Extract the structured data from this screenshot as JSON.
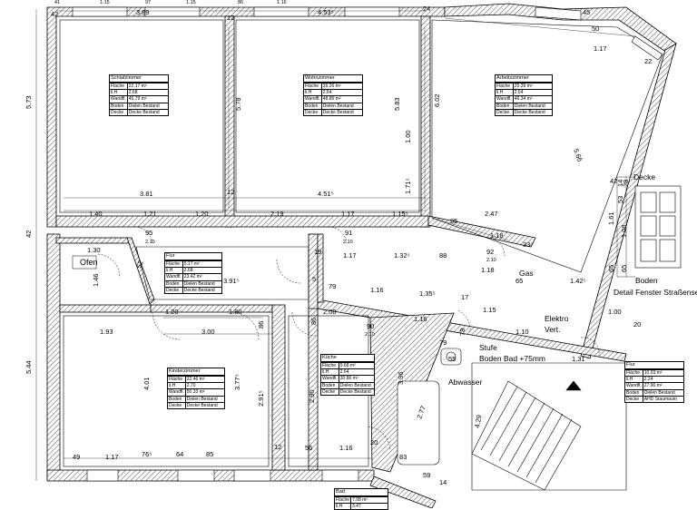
{
  "rooms": {
    "schlafzimmer": {
      "name": "Schlafzimmer",
      "rows": [
        [
          "Fläche",
          "22.17 m²"
        ],
        [
          "li.H",
          "2.68"
        ],
        [
          "Wandfl.",
          "45.79 m²"
        ],
        [
          "Boden",
          "Dielen Bestand"
        ],
        [
          "Decke",
          "Decke Bestand"
        ]
      ]
    },
    "wohnzimmer": {
      "name": "Wohnzimmer",
      "rows": [
        [
          "Fläche",
          "26.26 m²"
        ],
        [
          "li.H",
          "2.64"
        ],
        [
          "Wandfl.",
          "48.86 m²"
        ],
        [
          "Boden",
          "Dielen Bestand"
        ],
        [
          "Decke",
          "Decke Bestand"
        ]
      ]
    },
    "arbeitszimmer": {
      "name": "Arbeitszimmer",
      "rows": [
        [
          "Fläche",
          "25.39 m²"
        ],
        [
          "li.H",
          "2.64"
        ],
        [
          "Wandfl.",
          "46.34 m²"
        ],
        [
          "Boden",
          "Dielen Bestand"
        ],
        [
          "Decke",
          "Decke Bestand"
        ]
      ]
    },
    "flur1": {
      "name": "Flur",
      "rows": [
        [
          "Fläche",
          "5.17 m²"
        ],
        [
          "li.H",
          "2.68"
        ],
        [
          "Wandfl.",
          "23.42 m²"
        ],
        [
          "Boden",
          "Dielen Bestand"
        ],
        [
          "Decke",
          "Decke Bestand"
        ]
      ]
    },
    "kinderzimmer": {
      "name": "Kinderzimmer",
      "rows": [
        [
          "Fläche",
          "22.46 m²"
        ],
        [
          "li.H",
          "2.70"
        ],
        [
          "Wandfl.",
          "50.33 m²"
        ],
        [
          "Boden",
          "Dielen Bestand"
        ],
        [
          "Decke",
          "Decke Bestand"
        ]
      ]
    },
    "kueche": {
      "name": "Küche",
      "rows": [
        [
          "Fläche",
          "9.68 m²"
        ],
        [
          "li.H",
          "2.64"
        ],
        [
          "Wandfl.",
          "30.86 m²"
        ],
        [
          "Boden",
          "Dielen Bestand"
        ],
        [
          "Decke",
          "Decke Bestand"
        ]
      ]
    },
    "flur2": {
      "name": "Flur",
      "rows": [
        [
          "Fläche",
          "10.03 m²"
        ],
        [
          "li.H",
          "2.24"
        ],
        [
          "Wandfl.",
          "27.90 m²"
        ],
        [
          "Boden",
          "Dielen Bestand"
        ],
        [
          "Decke",
          "AHD Staumaum"
        ]
      ]
    },
    "bad": {
      "name": "Bad",
      "rows": [
        [
          "Fläche",
          "7.98 m²"
        ],
        [
          "li.H",
          "3.47"
        ]
      ]
    }
  },
  "labels": {
    "ofen": "Ofen",
    "gas": "Gas",
    "elektro": "Elektro",
    "vert": "Vert.",
    "stufe": "Stufe",
    "boden_bad": "Boden Bad +75mm",
    "abwasser": "Abwasser",
    "decke": "Decke",
    "boden": "Boden",
    "detail": "Detail Fenster Straßenseite"
  },
  "dims": {
    "top_389": "3.89",
    "top_453": "4.53⁵",
    "top_42": "42",
    "top_24": "24",
    "top_41": "41",
    "top_115a": "1.15",
    "top_97": "97",
    "top_115b": "1.15",
    "top_86": "86",
    "top_116": "1.16",
    "diag_45": "45",
    "diag_50": "50",
    "diag_117": "1.17",
    "diag_22": "22",
    "diag_566": "5.66",
    "left_573": "5.73",
    "left_42": "42",
    "left_544": "5.44",
    "v_578": "5.78",
    "v_583": "5.83",
    "v_602": "6.02",
    "v_100": "1.00",
    "v_171": "1.71⁵",
    "v_12a": "12",
    "v_12b": "12",
    "mid_381": "3.81",
    "mid_451": "4.51⁵",
    "r_140": "1.40",
    "r_121": "1.21",
    "r_120": "1.20",
    "r_219": "2.19",
    "r_117": "1.17",
    "r_115": "1.15⁵",
    "d_95": "95",
    "d_210a": "2.10",
    "d_91": "91",
    "d_210b": "2.10",
    "a_95": "95",
    "a_247": "2.47",
    "a_118a": "1.18",
    "a_33": "33",
    "a_92": "92",
    "a_210": "2.10",
    "a_118b": "1.18",
    "a_65": "65",
    "a_142": "1.42⁵",
    "f_130": "1.30",
    "f_52": "52",
    "f_146": "1.46",
    "f_19": "19",
    "f_117": "1.17",
    "f_132": "1.32⁵",
    "f_88": "88",
    "f_391": "3.91⁵",
    "f_5": "5",
    "h_79": "79",
    "h_116": "1.16",
    "h_135": "1.35⁵",
    "h_17": "17",
    "h_115": "1.15",
    "h_100": "1.00",
    "h_20": "20",
    "k_120": "1.20",
    "k_180": "1.80",
    "k_86a": "86",
    "k_86b": "86",
    "k_208": "2.08",
    "k_116": "1.16",
    "k_90": "90",
    "k_210": "2.10",
    "k_78": "78",
    "k_110": "1.10",
    "k_193": "1.93",
    "k_300": "3.00",
    "k_401": "4.01",
    "k_377": "3.77⁵",
    "k_291": "2.91⁵",
    "k_290": "2.90",
    "k_396": "3.96",
    "k_277": "2.77",
    "k_429": "4.29",
    "k_55": "55",
    "k_131": "1.31",
    "k_79": "79",
    "b_49": "49",
    "b_117": "1.17",
    "b_76": "76⁵",
    "b_64": "64",
    "b_85": "85",
    "b_12": "12",
    "b_56": "56",
    "b_116": "1.16",
    "b_20": "20",
    "b_83": "83",
    "b_59": "59",
    "b_14": "14",
    "w_42": "42",
    "w_53": "53",
    "w_14": "14",
    "w_28": "28",
    "w_161": "1.61",
    "w_108": "1.08",
    "w_65": "65",
    "w_65b": "65"
  }
}
